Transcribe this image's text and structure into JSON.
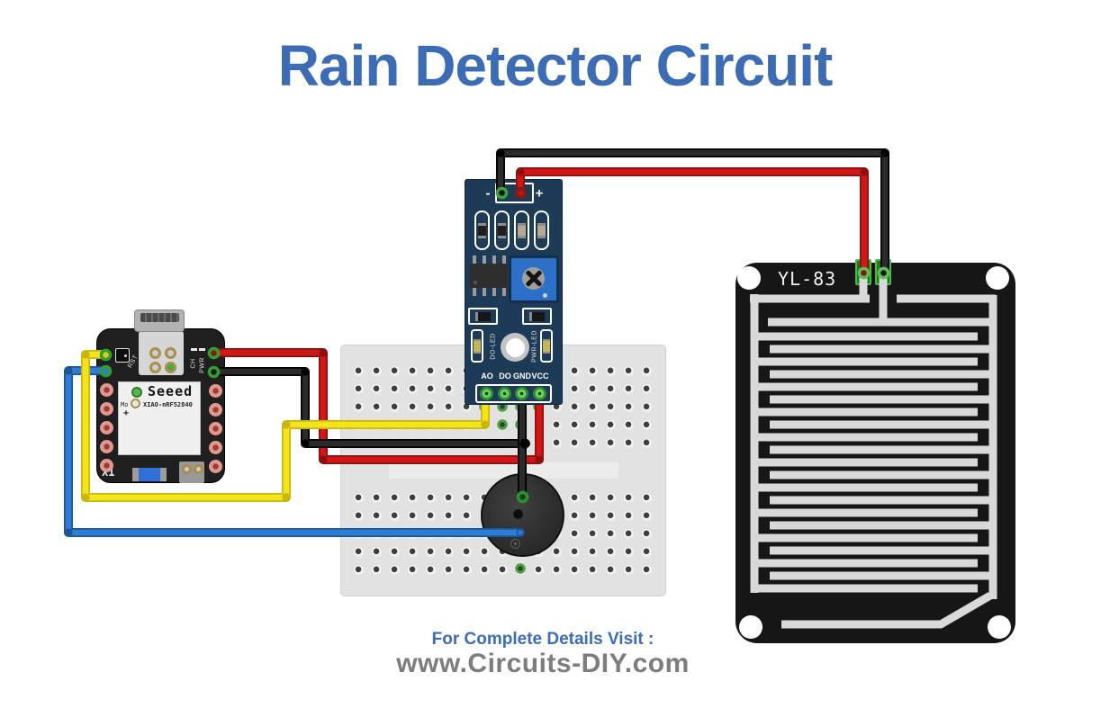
{
  "title": "Rain Detector Circuit",
  "footer": {
    "line1": "For Complete Details Visit :",
    "line2": "www.Circuits-DIY.com"
  },
  "microcontroller": {
    "brand": "Seeed",
    "model": "XIAO-nRF52840",
    "mode_abbrev": "Mo",
    "plus_mark": "+",
    "designator": "X1",
    "reset_label": "RST",
    "ch_label": "CH",
    "pwr_label": "PWR"
  },
  "rain_module": {
    "neg_label": "-",
    "pos_label": "+",
    "do_led_label": "DO-LED",
    "pwr_led_label": "PWR-LED",
    "pin_labels": [
      "AO",
      "DO",
      "GND",
      "VCC"
    ]
  },
  "rain_plate": {
    "model": "YL-83"
  },
  "buzzer": {
    "plus_mark": "+"
  },
  "colors": {
    "title_blue": "#3b6cb4",
    "footer_blue": "#3c6db6",
    "footer_gray": "#7d7d7d",
    "module_pcb": "#1d3a57",
    "plate_black": "#161616",
    "trace_gray": "#d9d9d9",
    "wire_red": "#d01717",
    "wire_black": "#2b2b2b",
    "wire_yellow": "#f3e41d",
    "wire_blue": "#2e7cd6",
    "connection_green": "#49a53f"
  }
}
